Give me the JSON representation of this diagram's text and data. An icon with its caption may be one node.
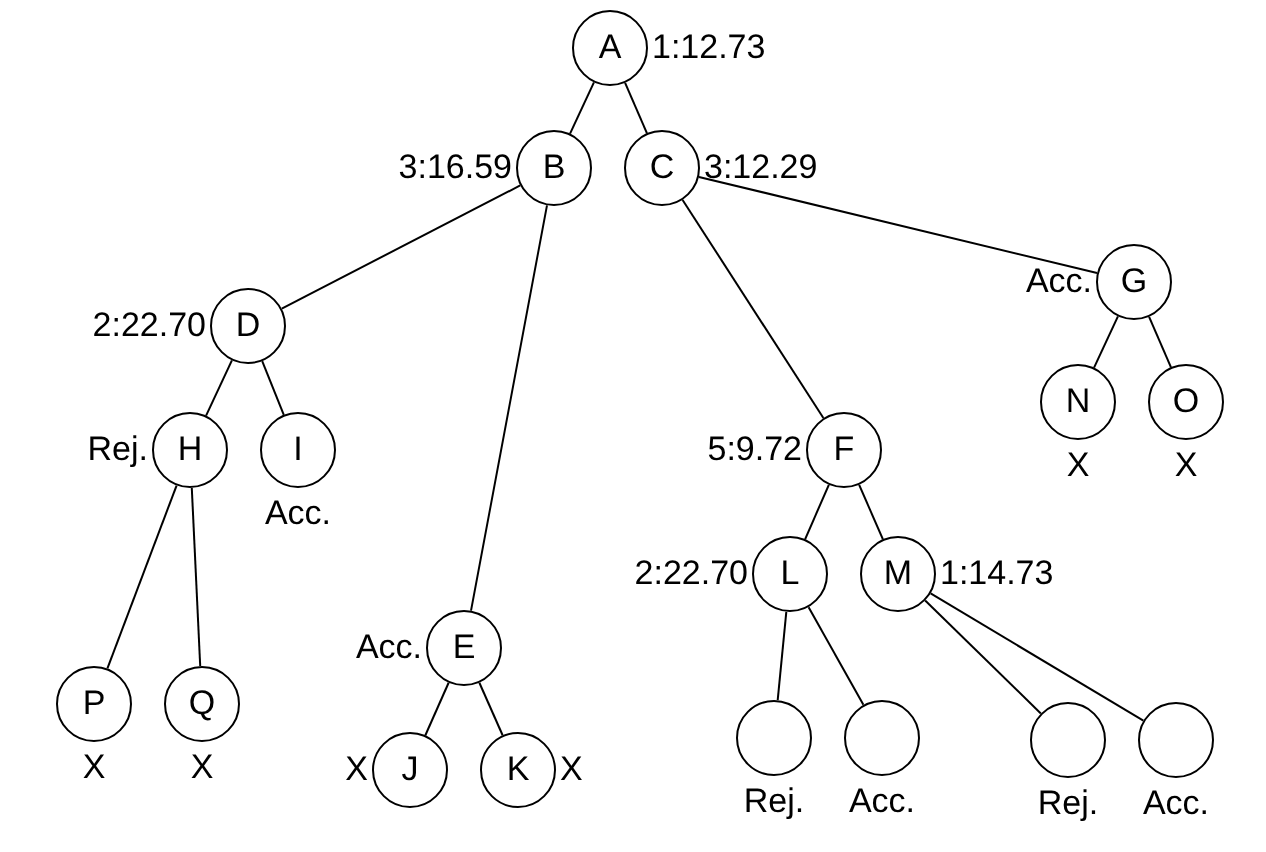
{
  "diagram": {
    "nodes": [
      {
        "text": [
          "A"
        ],
        "beside": [
          "1:12.73"
        ]
      },
      {
        "text": [
          "B"
        ],
        "beside": [
          "3:16.59"
        ]
      },
      {
        "text": [
          "C"
        ],
        "beside": [
          "3:12.29"
        ]
      },
      {
        "text": [
          "D"
        ],
        "beside": [
          "2:22.70"
        ]
      },
      {
        "text": [
          "G"
        ],
        "beside": [
          "Acc."
        ]
      },
      {
        "text": [
          "H"
        ],
        "beside": [
          "Rej."
        ]
      },
      {
        "text": [
          "I"
        ],
        "beside": [
          "Acc."
        ]
      },
      {
        "text": [
          "N"
        ],
        "beside": [
          "X"
        ]
      },
      {
        "text": [
          "O"
        ],
        "beside": [
          "X"
        ]
      },
      {
        "text": [
          "F"
        ],
        "beside": [
          "5:9.72"
        ]
      },
      {
        "text": [
          "L"
        ],
        "beside": [
          "2:22.70"
        ]
      },
      {
        "text": [
          "M"
        ],
        "beside": [
          "1:14.73"
        ]
      },
      {
        "text": [
          "E"
        ],
        "beside": [
          "Acc."
        ]
      },
      {
        "text": [
          "P"
        ],
        "beside": [
          "X"
        ]
      },
      {
        "text": [
          "Q"
        ],
        "beside": [
          "X"
        ]
      },
      {
        "text": [
          "J"
        ],
        "beside": [
          "X"
        ]
      },
      {
        "text": [
          "K"
        ],
        "beside": [
          "X"
        ]
      },
      {
        "text": [],
        "shape": "circle",
        "beside": [
          "Rej."
        ]
      },
      {
        "text": [],
        "shape": "circle",
        "beside": [
          "Acc."
        ]
      },
      {
        "text": [],
        "shape": "circle",
        "beside": [
          "Rej."
        ]
      },
      {
        "text": [],
        "shape": "circle",
        "beside": [
          "Acc."
        ]
      }
    ],
    "edges": [
      {
        "from": 0,
        "to": 1,
        "arrow": "none"
      },
      {
        "from": 0,
        "to": 2,
        "arrow": "none"
      },
      {
        "from": 1,
        "to": 3,
        "arrow": "none"
      },
      {
        "from": 1,
        "to": 12,
        "arrow": "none"
      },
      {
        "from": 2,
        "to": 9,
        "arrow": "none"
      },
      {
        "from": 2,
        "to": 4,
        "arrow": "none"
      },
      {
        "from": 3,
        "to": 5,
        "arrow": "none"
      },
      {
        "from": 3,
        "to": 6,
        "arrow": "none"
      },
      {
        "from": 5,
        "to": 13,
        "arrow": "none"
      },
      {
        "from": 5,
        "to": 14,
        "arrow": "none"
      },
      {
        "from": 12,
        "to": 15,
        "arrow": "none"
      },
      {
        "from": 12,
        "to": 16,
        "arrow": "none"
      },
      {
        "from": 4,
        "to": 7,
        "arrow": "none"
      },
      {
        "from": 4,
        "to": 8,
        "arrow": "none"
      },
      {
        "from": 9,
        "to": 10,
        "arrow": "none"
      },
      {
        "from": 9,
        "to": 11,
        "arrow": "none"
      },
      {
        "from": 10,
        "to": 17,
        "arrow": "none"
      },
      {
        "from": 10,
        "to": 18,
        "arrow": "none"
      },
      {
        "from": 11,
        "to": 19,
        "arrow": "none"
      },
      {
        "from": 11,
        "to": 20,
        "arrow": "none"
      }
    ]
  }
}
